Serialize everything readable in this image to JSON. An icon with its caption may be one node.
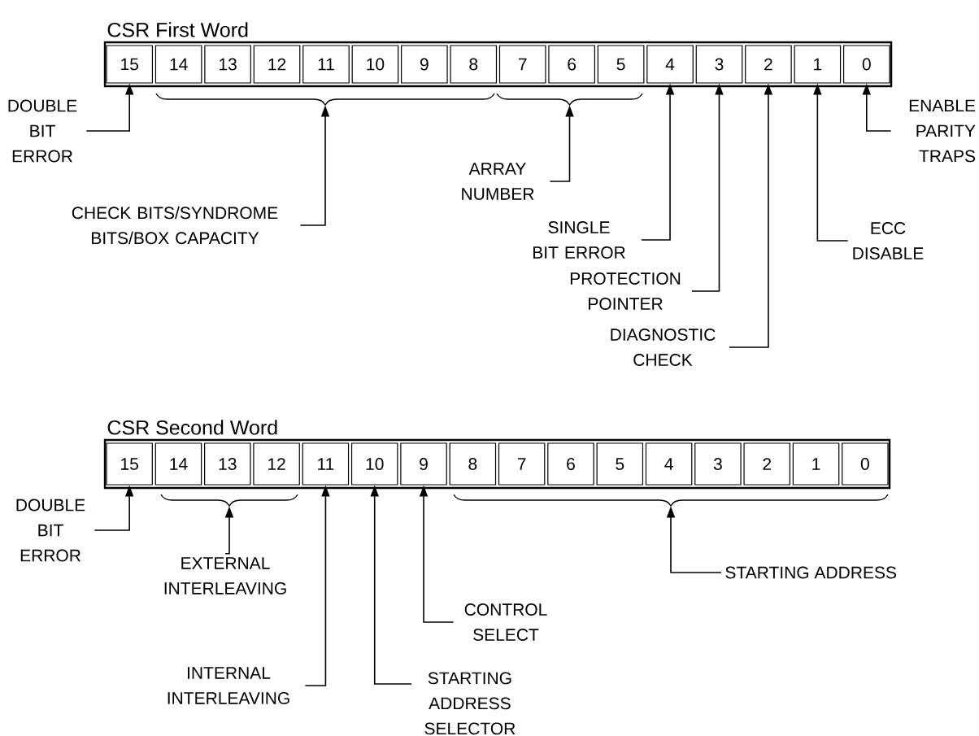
{
  "diagram": {
    "nodes": [
      {
        "text": [
          "CSR First Word"
        ]
      },
      {
        "text": [
          "15"
        ],
        "in": 0
      },
      {
        "text": [
          "14"
        ],
        "in": 0
      },
      {
        "text": [
          "13"
        ],
        "in": 0
      },
      {
        "text": [
          "12"
        ],
        "in": 0
      },
      {
        "text": [
          "11"
        ],
        "in": 0
      },
      {
        "text": [
          "10"
        ],
        "in": 0
      },
      {
        "text": [
          "9"
        ],
        "in": 0
      },
      {
        "text": [
          "8"
        ],
        "in": 0
      },
      {
        "text": [
          "7"
        ],
        "in": 0
      },
      {
        "text": [
          "6"
        ],
        "in": 0
      },
      {
        "text": [
          "5"
        ],
        "in": 0
      },
      {
        "text": [
          "4"
        ],
        "in": 0
      },
      {
        "text": [
          "3"
        ],
        "in": 0
      },
      {
        "text": [
          "2"
        ],
        "in": 0
      },
      {
        "text": [
          "1"
        ],
        "in": 0
      },
      {
        "text": [
          "0"
        ],
        "in": 0
      },
      {
        "text": [],
        "shape": "brace"
      },
      {
        "text": [],
        "shape": "brace"
      },
      {
        "text": [
          "DOUBLE BIT ERROR"
        ]
      },
      {
        "text": [
          "CHECK BITS/SYNDROME BITS/BOX CAPACITY"
        ]
      },
      {
        "text": [
          "ARRAY NUMBER"
        ]
      },
      {
        "text": [
          "SINGLE BIT ERROR"
        ]
      },
      {
        "text": [
          "PROTECTION POINTER"
        ]
      },
      {
        "text": [
          "DIAGNOSTIC CHECK"
        ]
      },
      {
        "text": [
          "ECC DISABLE"
        ]
      },
      {
        "text": [
          "ENABLE PARITY TRAPS"
        ]
      },
      {
        "text": [
          "CSR Second Word"
        ]
      },
      {
        "text": [
          "15"
        ],
        "in": 27
      },
      {
        "text": [
          "14"
        ],
        "in": 27
      },
      {
        "text": [
          "13"
        ],
        "in": 27
      },
      {
        "text": [
          "12"
        ],
        "in": 27
      },
      {
        "text": [
          "11"
        ],
        "in": 27
      },
      {
        "text": [
          "10"
        ],
        "in": 27
      },
      {
        "text": [
          "9"
        ],
        "in": 27
      },
      {
        "text": [
          "8"
        ],
        "in": 27
      },
      {
        "text": [
          "7"
        ],
        "in": 27
      },
      {
        "text": [
          "6"
        ],
        "in": 27
      },
      {
        "text": [
          "5"
        ],
        "in": 27
      },
      {
        "text": [
          "4"
        ],
        "in": 27
      },
      {
        "text": [
          "3"
        ],
        "in": 27
      },
      {
        "text": [
          "2"
        ],
        "in": 27
      },
      {
        "text": [
          "1"
        ],
        "in": 27
      },
      {
        "text": [
          "0"
        ],
        "in": 27
      },
      {
        "text": [],
        "shape": "brace"
      },
      {
        "text": [],
        "shape": "brace"
      },
      {
        "text": [
          "DOUBLE BIT ERROR"
        ]
      },
      {
        "text": [
          "EXTERNAL INTERLEAVING"
        ]
      },
      {
        "text": [
          "INTERNAL INTERLEAVING"
        ]
      },
      {
        "text": [
          "STARTING ADDRESS SELECTOR"
        ]
      },
      {
        "text": [
          "CONTROL SELECT"
        ]
      },
      {
        "text": [
          "STARTING ADDRESS"
        ]
      }
    ],
    "edges": [
      {
        "from": 19,
        "to": 1,
        "arrow": "to"
      },
      {
        "from": 20,
        "to": 17,
        "arrow": "to"
      },
      {
        "from": 21,
        "to": 18,
        "arrow": "to"
      },
      {
        "from": 22,
        "to": 12,
        "arrow": "to"
      },
      {
        "from": 23,
        "to": 13,
        "arrow": "to"
      },
      {
        "from": 24,
        "to": 14,
        "arrow": "to"
      },
      {
        "from": 25,
        "to": 15,
        "arrow": "to"
      },
      {
        "from": 26,
        "to": 16,
        "arrow": "to"
      },
      {
        "from": 46,
        "to": 28,
        "arrow": "to"
      },
      {
        "from": 47,
        "to": 44,
        "arrow": "to"
      },
      {
        "from": 48,
        "to": 32,
        "arrow": "to"
      },
      {
        "from": 49,
        "to": 33,
        "arrow": "to"
      },
      {
        "from": 50,
        "to": 34,
        "arrow": "to"
      },
      {
        "from": 51,
        "to": 45,
        "arrow": "to"
      }
    ]
  }
}
